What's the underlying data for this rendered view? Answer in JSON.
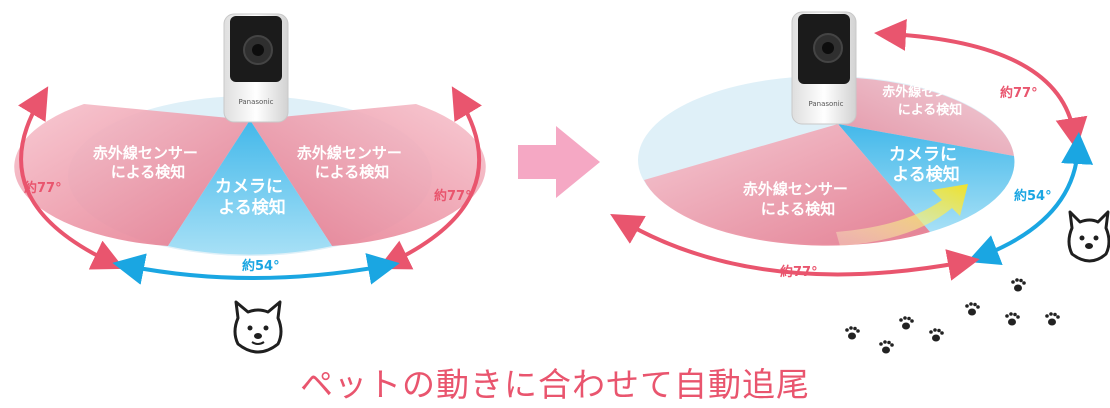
{
  "left_panel": {
    "ir_left_label": [
      "赤外線センサー",
      "による検知"
    ],
    "ir_right_label": [
      "赤外線センサー",
      "による検知"
    ],
    "camera_label": [
      "カメラに",
      "よる検知"
    ],
    "angle_left": "約77°",
    "angle_right": "約77°",
    "angle_bottom": "約54°",
    "brand": "Panasonic"
  },
  "right_panel": {
    "ir_top_label": [
      "赤外線センサー",
      "による検知"
    ],
    "ir_bottom_label": [
      "赤外線センサー",
      "による検知"
    ],
    "camera_label": [
      "カメラに",
      "よる検知"
    ],
    "angle_top": "約77°",
    "angle_right": "約54°",
    "angle_bottom": "約77°",
    "brand": "Panasonic"
  },
  "caption": "ペットの動きに合わせて自動追尾",
  "colors": {
    "ir_pink": "#e9556e",
    "camera_blue": "#1aa6e2",
    "arrow_pink": "#f5a8c4",
    "track_yellow": "#f3e63a"
  }
}
